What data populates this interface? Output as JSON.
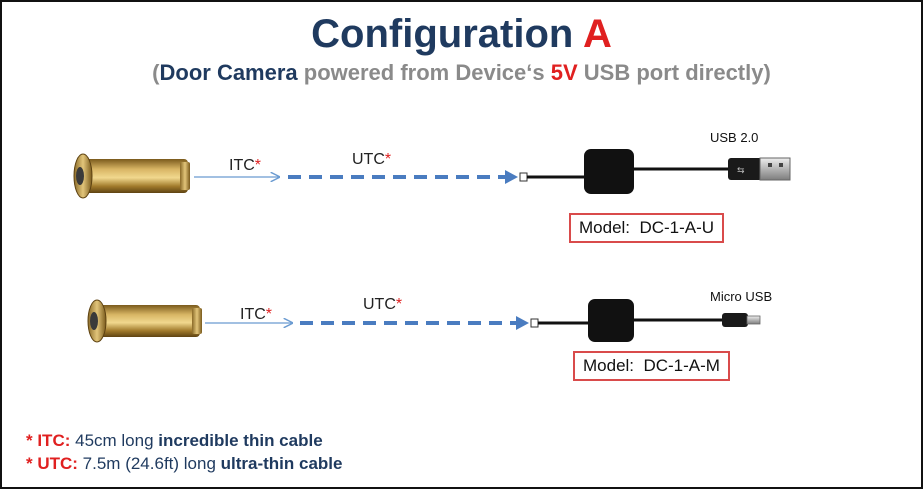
{
  "title": {
    "main": "Configuration ",
    "letter": "A"
  },
  "subtitle": {
    "open": "(",
    "device": "Door Camera",
    "mid": " powered from Device‘s ",
    "voltage": "5V",
    "rest": " USB port directly)"
  },
  "row1": {
    "itc_label": "ITC",
    "utc_label": "UTC",
    "star": "*",
    "port_label": "USB 2.0",
    "model": "Model:  DC-1-A-U"
  },
  "row2": {
    "itc_label": "ITC",
    "utc_label": "UTC",
    "star": "*",
    "port_label": "Micro USB",
    "model": "Model:  DC-1-A-M"
  },
  "footer": {
    "itc_key": "* ITC:",
    "itc_desc": "  45cm long ",
    "itc_strong": "incredible thin cable",
    "utc_key": "* UTC:",
    "utc_desc": " 7.5m (24.6ft) long ",
    "utc_strong": "ultra-thin cable"
  },
  "colors": {
    "title_blue": "#1f3a5f",
    "accent_red": "#e02020",
    "utc_dash": "#4a7cc0",
    "model_border": "#d94b4b",
    "brass": "#b8923a"
  }
}
